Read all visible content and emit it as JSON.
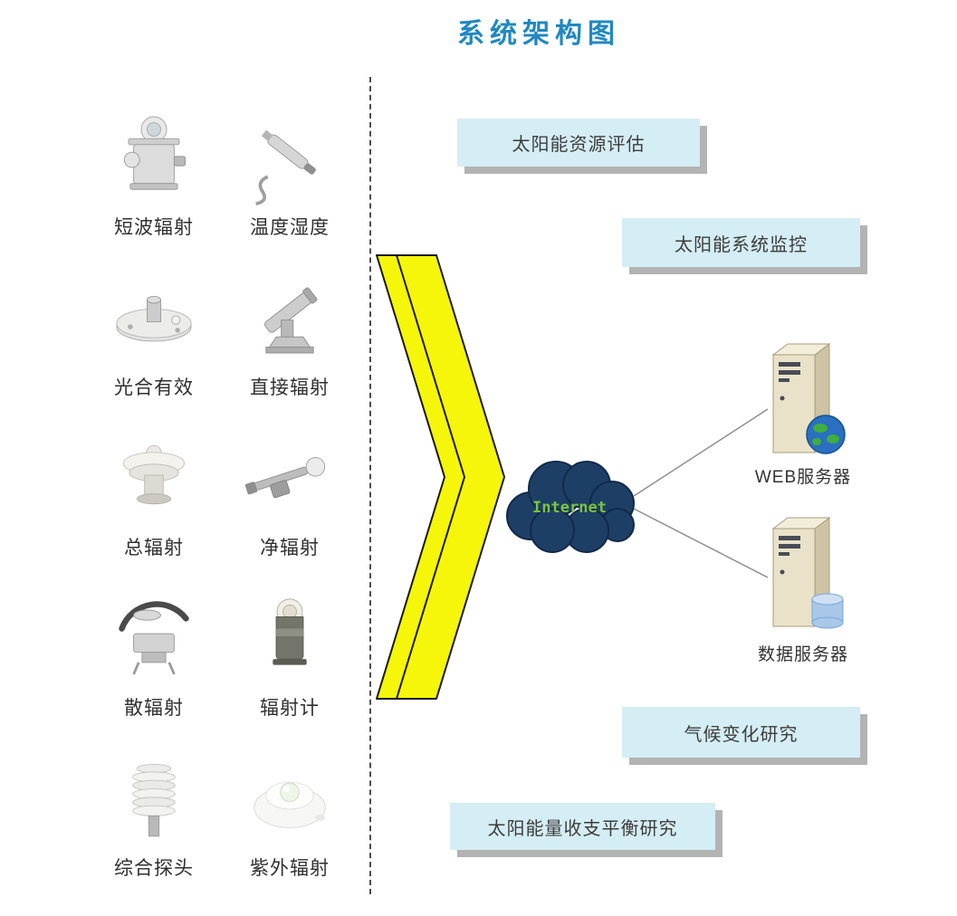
{
  "title": "系统架构图",
  "sensors": [
    {
      "label": "短波辐射",
      "icon": "shortwave-radiation-sensor-icon"
    },
    {
      "label": "温度湿度",
      "icon": "temperature-humidity-probe-icon"
    },
    {
      "label": "光合有效",
      "icon": "par-sensor-icon"
    },
    {
      "label": "直接辐射",
      "icon": "direct-radiation-sensor-icon"
    },
    {
      "label": "总辐射",
      "icon": "total-radiation-sensor-icon"
    },
    {
      "label": "净辐射",
      "icon": "net-radiation-sensor-icon"
    },
    {
      "label": "散辐射",
      "icon": "diffuse-radiation-sensor-icon"
    },
    {
      "label": "辐射计",
      "icon": "radiometer-icon"
    },
    {
      "label": "综合探头",
      "icon": "integrated-probe-icon"
    },
    {
      "label": "紫外辐射",
      "icon": "uv-radiation-sensor-icon"
    }
  ],
  "applications": [
    {
      "label": "太阳能资源评估"
    },
    {
      "label": "太阳能系统监控"
    },
    {
      "label": "气候变化研究"
    },
    {
      "label": "太阳能量收支平衡研究"
    }
  ],
  "network": {
    "cloud_label": "Internet",
    "servers": [
      {
        "label": "WEB服务器",
        "icon": "web-server-icon"
      },
      {
        "label": "数据服务器",
        "icon": "database-server-icon"
      }
    ]
  },
  "colors": {
    "title_text": "#2188c0",
    "app_box_bg": "#d5edf4",
    "app_box_shadow": "#b3b3b3",
    "arrow_yellow": "#f6f60a",
    "cloud_blue": "#1d3f66",
    "internet_text_green": "#7cc142"
  }
}
